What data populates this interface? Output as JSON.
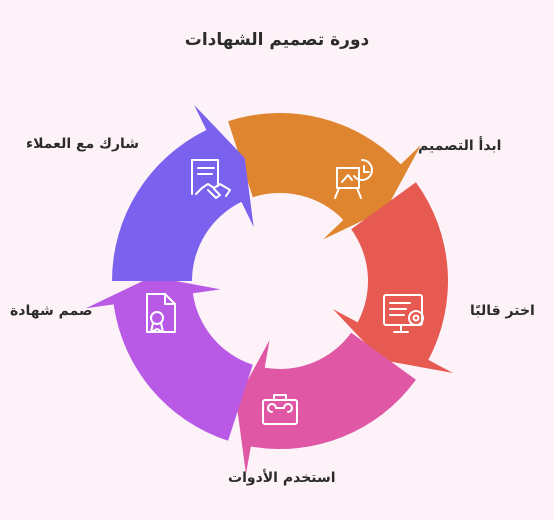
{
  "title": "دورة تصميم الشهادات",
  "steps": [
    {
      "label": "ابدأ التصميم",
      "color": "#e0852f",
      "icon": "presentation-board-icon"
    },
    {
      "label": "اختر قالبًا",
      "color": "#e65a52",
      "icon": "certificate-template-icon"
    },
    {
      "label": "استخدم الأدوات",
      "color": "#df57a5",
      "icon": "toolbox-icon"
    },
    {
      "label": "صمم شهادة",
      "color": "#b85ae6",
      "icon": "document-award-icon"
    },
    {
      "label": "شارك مع العملاء",
      "color": "#7a61ee",
      "icon": "handshake-document-icon"
    }
  ]
}
